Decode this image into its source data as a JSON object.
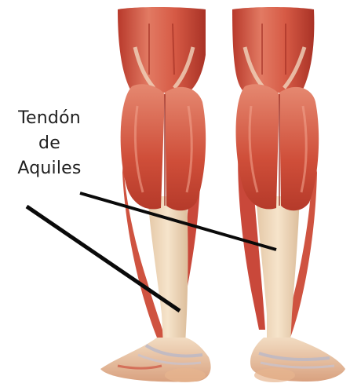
{
  "label": {
    "lines": [
      "Tendón",
      "de",
      "Aquiles"
    ]
  },
  "colors": {
    "background": "#ffffff",
    "muscle_light": "#e9826c",
    "muscle_mid": "#cc4b37",
    "muscle_dark": "#9e2f24",
    "tendon": "#f3dcc0",
    "tendon_shade": "#dcbf9f",
    "pointer": "#0a0a0a",
    "text": "#1f1f1f"
  }
}
